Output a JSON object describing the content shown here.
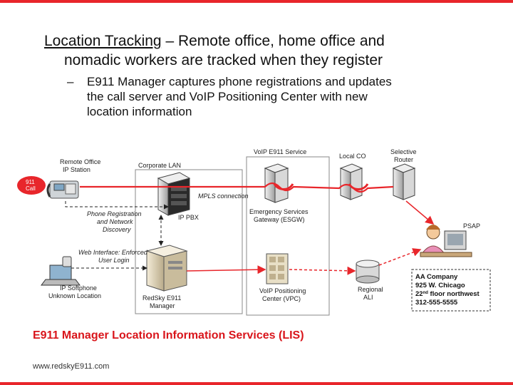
{
  "slide": {
    "bullet1_lead": "Location Tracking",
    "bullet1_rest_line1": " – Remote office, home office and",
    "bullet1_line2": "nomadic workers are tracked when they register",
    "bullet2_dash": "–",
    "bullet2_line1": "E911 Manager captures phone registrations and updates",
    "bullet2_line2": "the call server and VoIP Positioning Center with new",
    "bullet2_line3": "location information",
    "lis_title": "E911 Manager Location Information Services (LIS)",
    "footer_url": "www.redskyE911.com"
  },
  "diagram": {
    "remote_office_line1": "Remote Office",
    "remote_office_line2": "IP Station",
    "call_badge_line1": "911",
    "call_badge_line2": "Call",
    "corporate_lan": "Corporate LAN",
    "voip_e911_service": "VoIP E911 Service",
    "local_co": "Local CO",
    "selective_router_line1": "Selective",
    "selective_router_line2": "Router",
    "mpls_connection": "MPLS connection",
    "phone_reg_line1": "Phone Registration",
    "phone_reg_line2": "and Network",
    "phone_reg_line3": "Discovery",
    "ip_pbx": "IP PBX",
    "esgw_line1": "Emergency Services",
    "esgw_line2": "Gateway (ESGW)",
    "psap": "PSAP",
    "web_interface_line1": "Web Interface: Enforced",
    "web_interface_line2": "User Login",
    "softphone_line1": "IP Softphone",
    "softphone_line2": "Unknown Location",
    "redsky_line1": "RedSky E911",
    "redsky_line2": "Manager",
    "vpc_line1": "VoIP Positioning",
    "vpc_line2": "Center (VPC)",
    "regional_ali_line1": "Regional",
    "regional_ali_line2": "ALI",
    "ali_record_line1": "AA Company",
    "ali_record_line2": "925 W. Chicago",
    "ali_record_line3_num": "22",
    "ali_record_line3_sup": "nd",
    "ali_record_line3_rest": " floor northwest",
    "ali_record_line4": "312-555-5555"
  },
  "colors": {
    "accent_red": "#e8262b",
    "title_red": "#d9151b",
    "server_gray": "#d8d8d8",
    "record_box_border": "#333333"
  }
}
